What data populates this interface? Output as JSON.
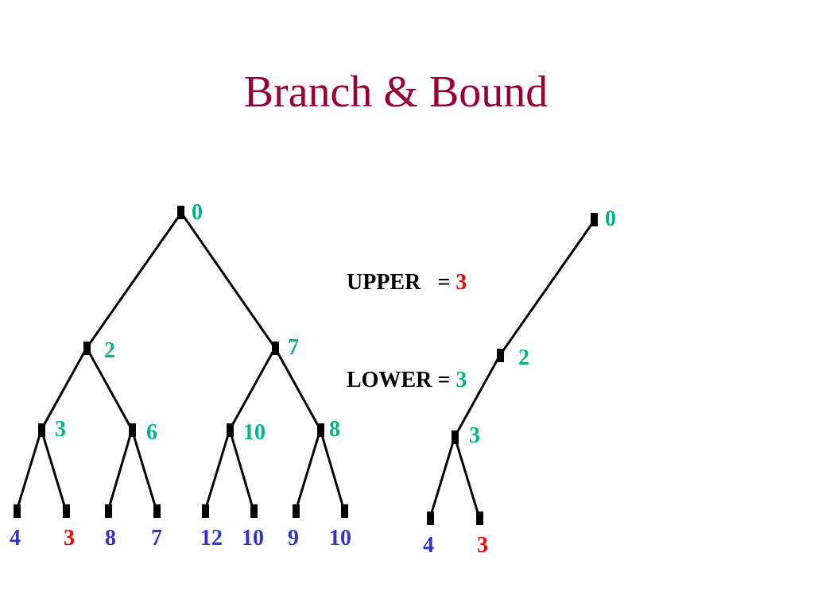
{
  "title": "Branch & Bound",
  "colors": {
    "title": "#990033",
    "internal_value": "#00b38a",
    "leaf_value": "#3333cc",
    "best_value": "#ff0000",
    "edge": "#000000",
    "node": "#000000"
  },
  "bounds": {
    "upper_label": "UPPER   = ",
    "upper_value": "3",
    "lower_label": "LOWER = ",
    "lower_value": "3"
  },
  "full_tree": {
    "root": "0",
    "level1": [
      "2",
      "7"
    ],
    "level2": [
      "3",
      "6",
      "10",
      "8"
    ],
    "leaves": [
      "4",
      "3",
      "8",
      "7",
      "12",
      "10",
      "9",
      "10"
    ],
    "best_leaf_index": 1
  },
  "pruned_tree": {
    "root": "0",
    "level1": "2",
    "level2": "3",
    "leaves": [
      "4",
      "3"
    ],
    "best_leaf_index": 1
  }
}
